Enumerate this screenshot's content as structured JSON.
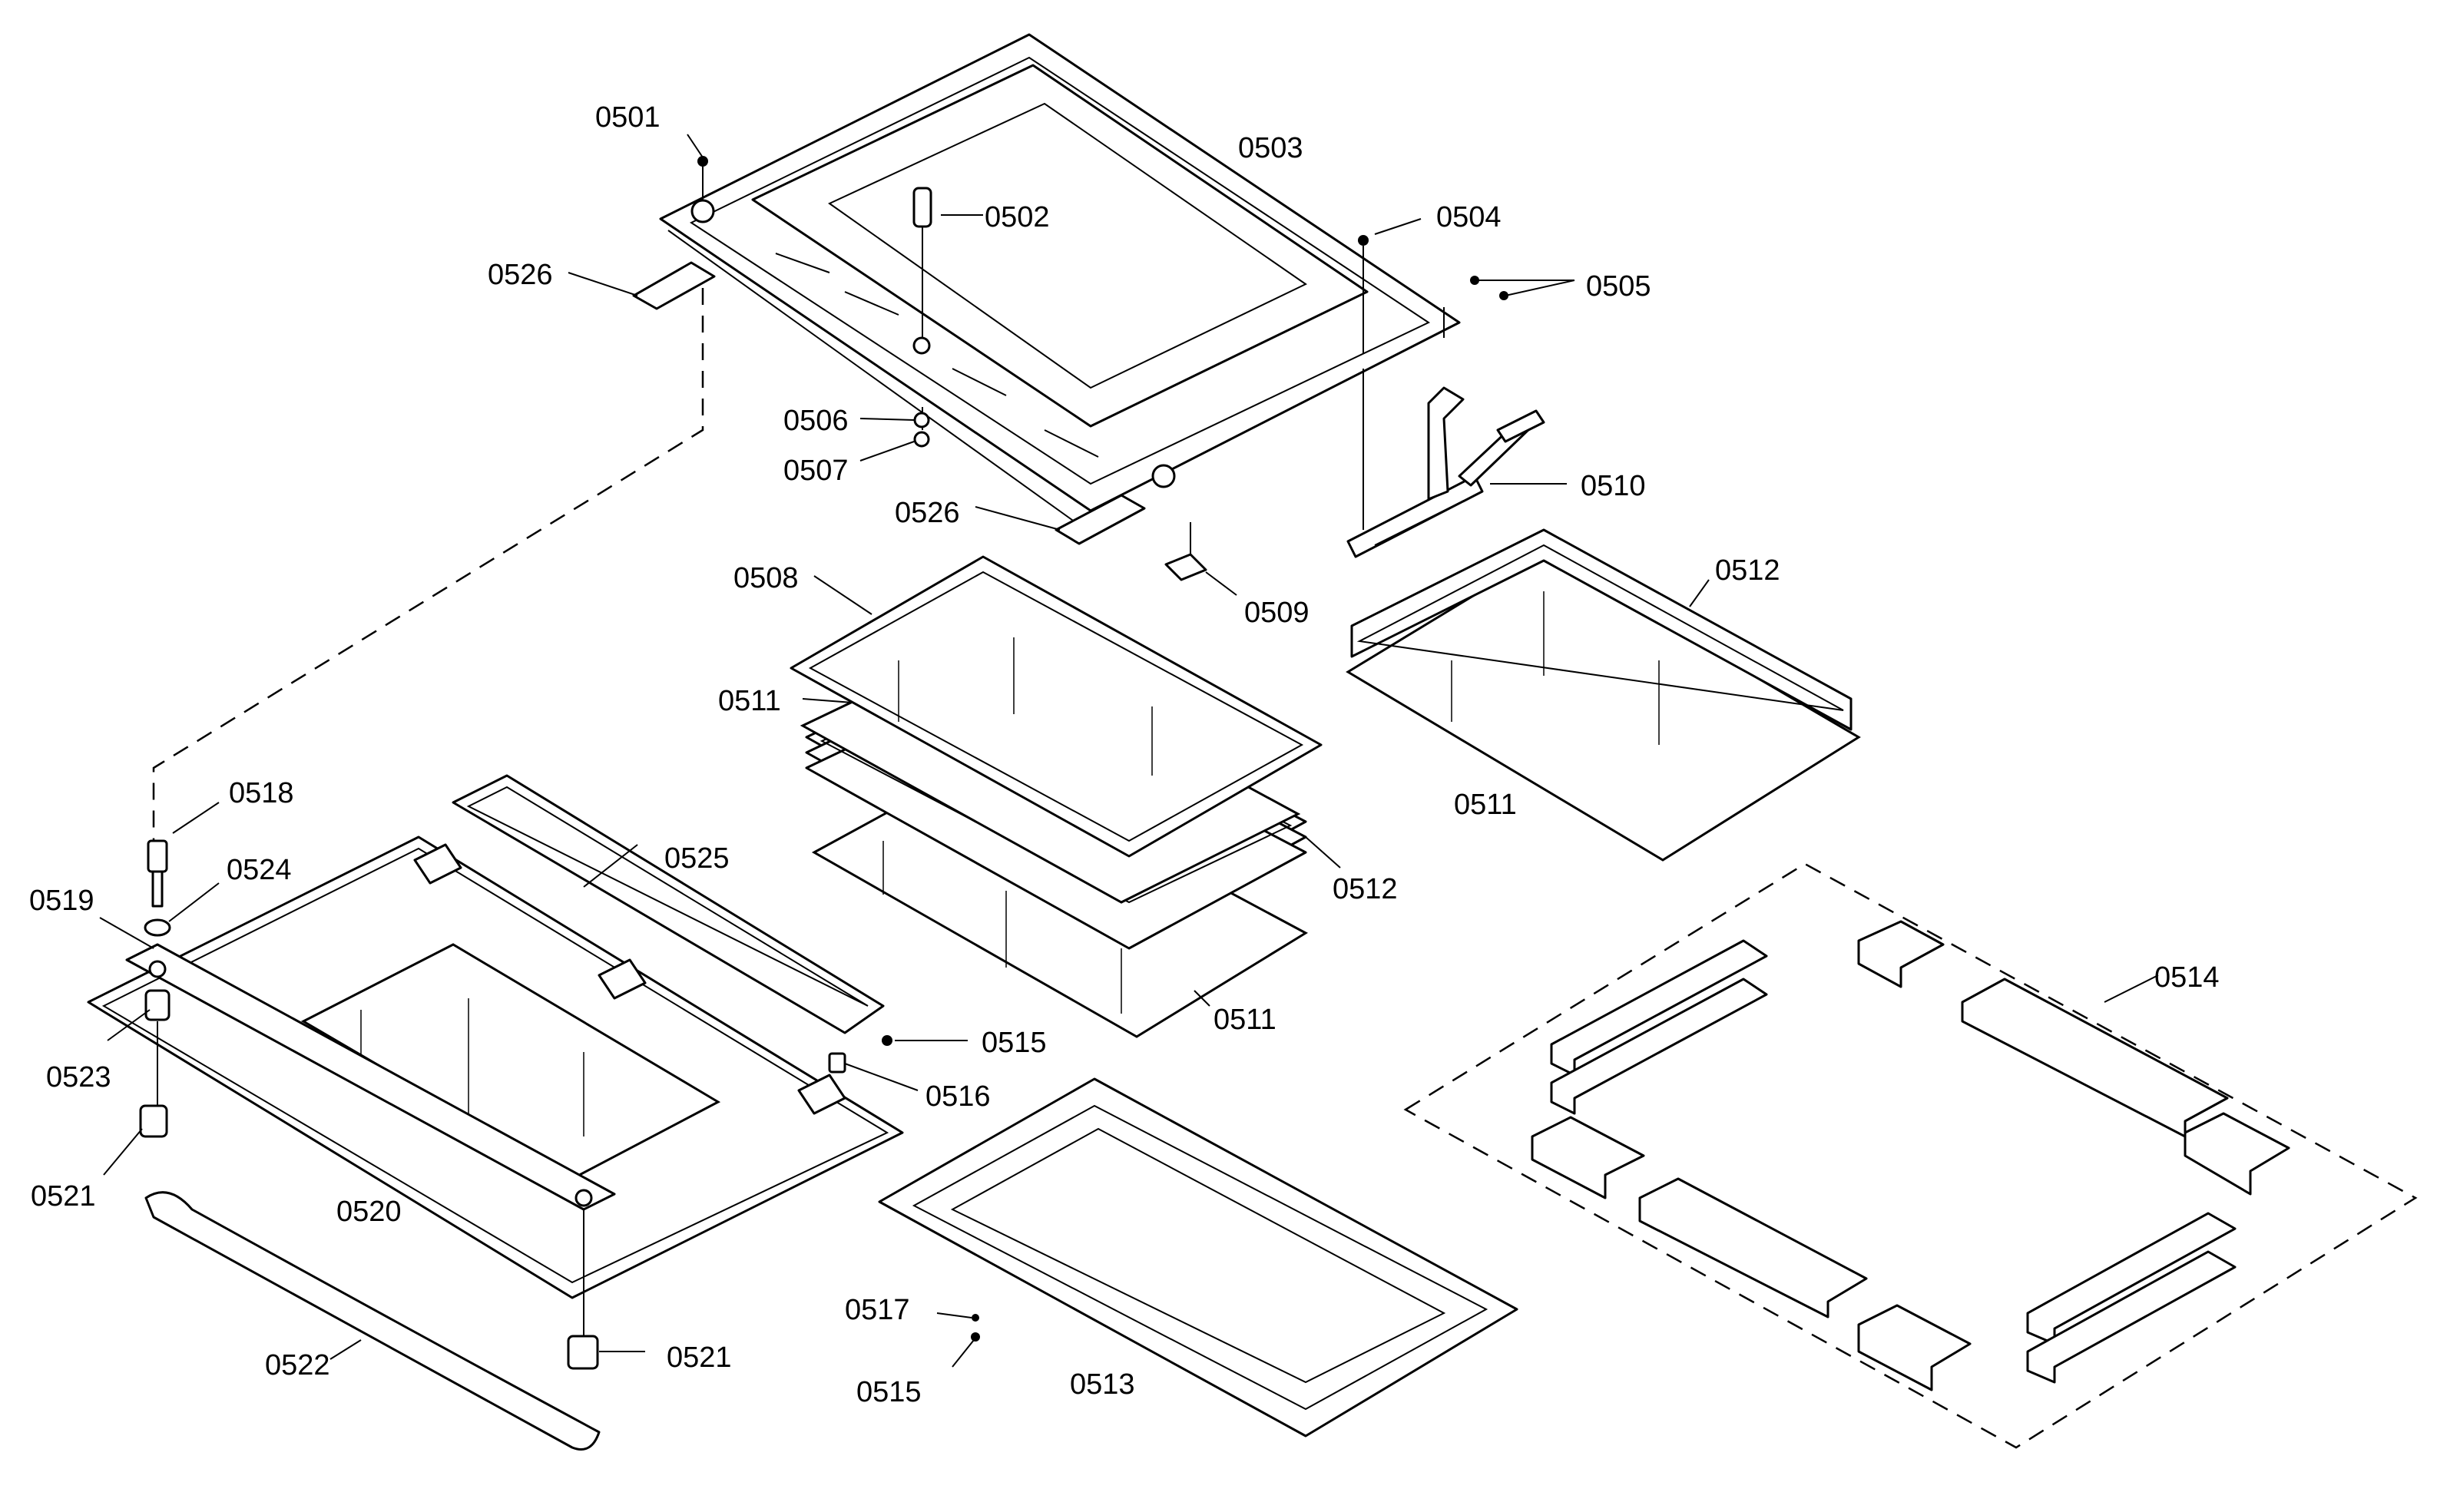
{
  "labels": {
    "p0501": "0501",
    "p0502": "0502",
    "p0503": "0503",
    "p0504": "0504",
    "p0505": "0505",
    "p0506": "0506",
    "p0507": "0507",
    "p0508": "0508",
    "p0509": "0509",
    "p0510": "0510",
    "p0511a": "0511",
    "p0511b": "0511",
    "p0511c": "0511",
    "p0512a": "0512",
    "p0512b": "0512",
    "p0513": "0513",
    "p0514": "0514",
    "p0515a": "0515",
    "p0515b": "0515",
    "p0516": "0516",
    "p0517": "0517",
    "p0518": "0518",
    "p0519": "0519",
    "p0520": "0520",
    "p0521a": "0521",
    "p0521b": "0521",
    "p0522": "0522",
    "p0523": "0523",
    "p0524": "0524",
    "p0525": "0525",
    "p0526a": "0526",
    "p0526b": "0526"
  }
}
